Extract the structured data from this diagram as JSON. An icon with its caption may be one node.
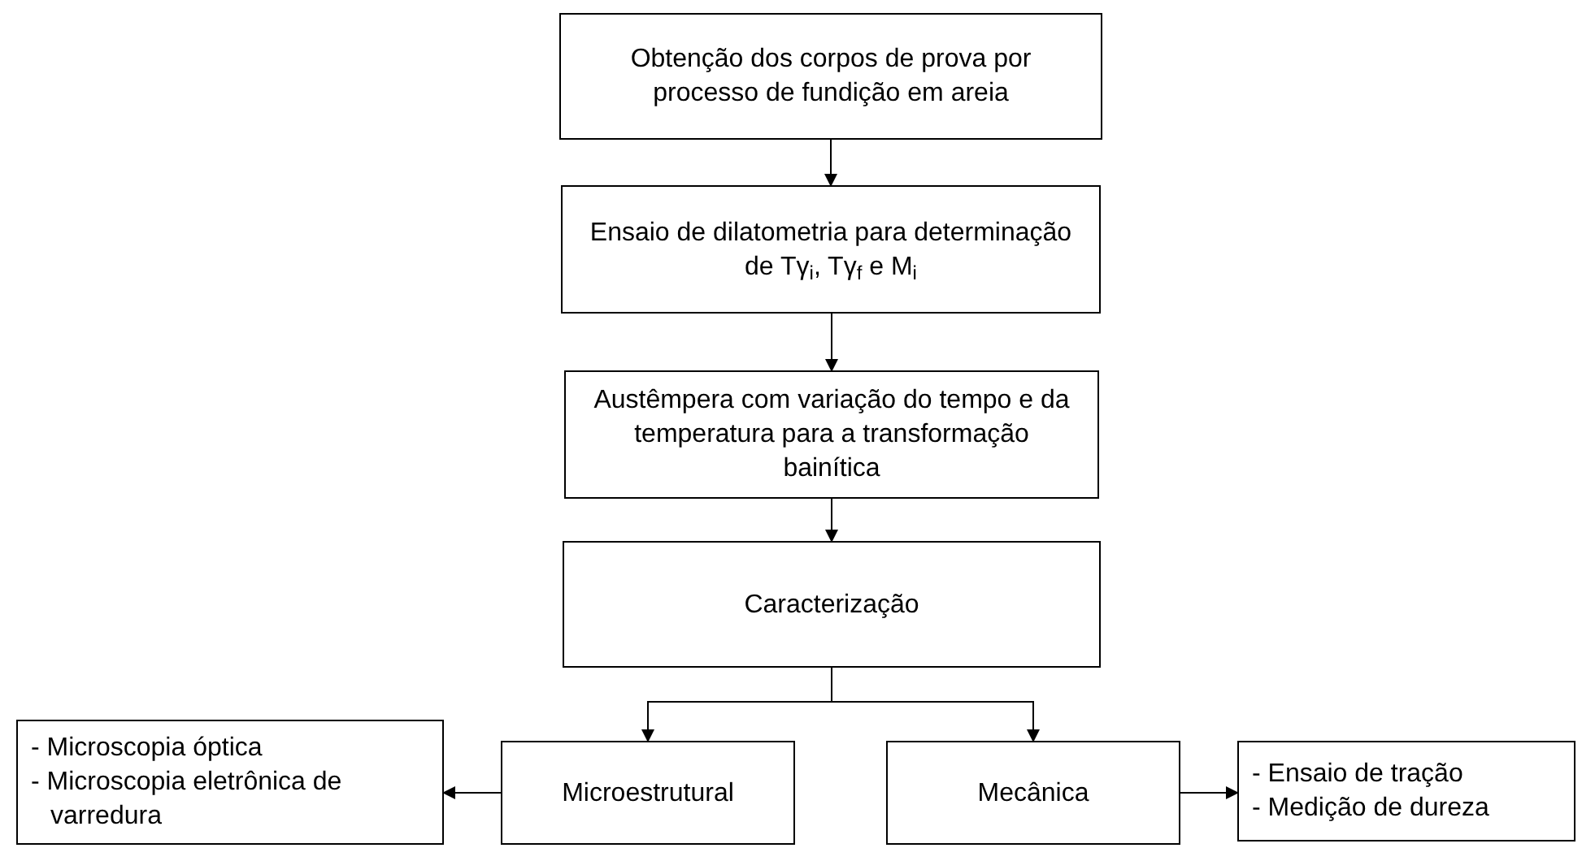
{
  "diagram": {
    "nodes": [
      {
        "text": [
          "Obtenção dos corpos de prova por processo de fundição em areia"
        ]
      },
      {
        "text": [
          "Ensaio de dilatometria para determinação de Tγ$_{i}$, Tγ$_{f}$ e M$_{i}$"
        ]
      },
      {
        "text": [
          "Austêmpera com variação do tempo e da temperatura para a transformação bainítica"
        ]
      },
      {
        "text": [
          "Caracterização"
        ]
      },
      {
        "text": [
          "- Microscopia óptica",
          "- Microscopia eletrônica de varredura"
        ]
      },
      {
        "text": [
          "Microestrutural"
        ]
      },
      {
        "text": [
          "Mecânica"
        ]
      },
      {
        "text": [
          "- Ensaio de tração",
          "- Medição de dureza"
        ]
      }
    ],
    "edges": [
      {
        "from": 0,
        "to": 1,
        "arrow": "to"
      },
      {
        "from": 1,
        "to": 2,
        "arrow": "to"
      },
      {
        "from": 2,
        "to": 3,
        "arrow": "to"
      },
      {
        "from": 3,
        "to": 5,
        "arrow": "to"
      },
      {
        "from": 3,
        "to": 6,
        "arrow": "to"
      },
      {
        "from": 5,
        "to": 4,
        "arrow": "to"
      },
      {
        "from": 6,
        "to": 7,
        "arrow": "to"
      }
    ]
  }
}
